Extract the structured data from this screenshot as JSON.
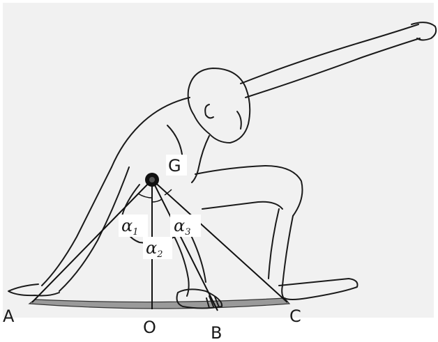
{
  "diagram": {
    "points": {
      "G": "G",
      "A": "A",
      "O": "O",
      "B": "B",
      "C": "C"
    },
    "angles": [
      {
        "symbol": "α",
        "subscript": "1"
      },
      {
        "symbol": "α",
        "subscript": "2"
      },
      {
        "symbol": "α",
        "subscript": "3"
      }
    ],
    "colors": {
      "paper": "#f1f1f1",
      "ink": "#1a1a1a",
      "base_shade": "#9a9a9a",
      "label_box": "#ffffff"
    }
  }
}
